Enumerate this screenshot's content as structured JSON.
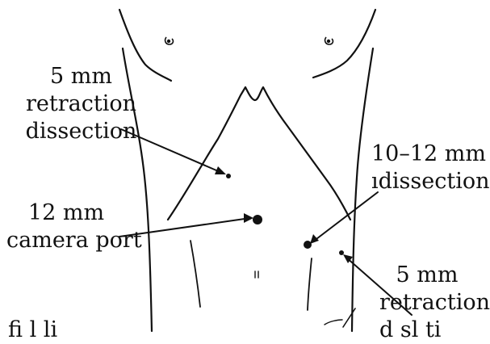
{
  "labels": {
    "top_left": {
      "line1": "5 mm",
      "line2": "retraction",
      "line3": "dissection"
    },
    "camera": {
      "line1": "12 mm",
      "line2": "camera port"
    },
    "right_upper": {
      "line1": "10–12 mm",
      "line2": "ıdissection"
    },
    "right_lower": {
      "line1": "5 mm",
      "line2": "retraction"
    },
    "bottom_left_partial": "fi      l li",
    "bottom_right_partial": "d sl ti"
  },
  "colors": {
    "ink": "#111111",
    "background": "#ffffff"
  }
}
